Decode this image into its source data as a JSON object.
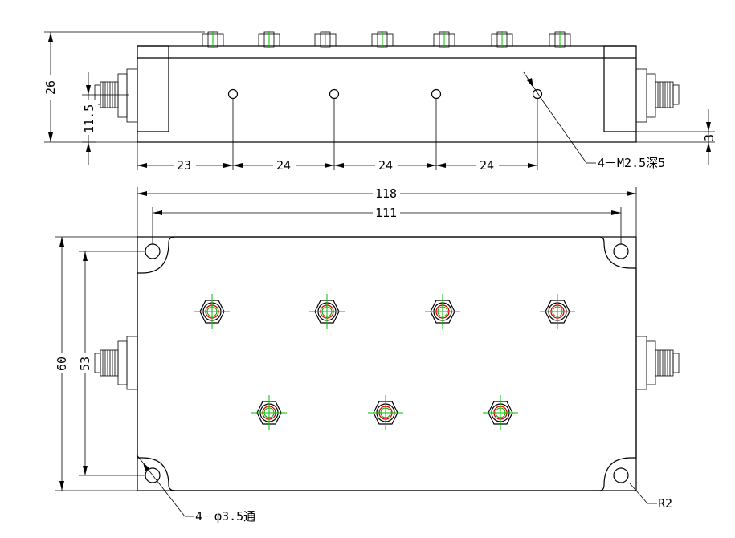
{
  "side_view": {
    "dims": {
      "height_total": "26",
      "connector_height": "11.5",
      "bottom_offset": "3",
      "spacing_first": "23",
      "spacing_1": "24",
      "spacing_2": "24",
      "spacing_3": "24"
    },
    "callout_holes": "4－M2.5深5"
  },
  "top_view": {
    "dims": {
      "overall_length": "118",
      "hole_pitch_x": "111",
      "overall_width": "60",
      "hole_pitch_y": "53"
    },
    "callout_mount": "4－φ3.5通",
    "callout_radius": "R2"
  }
}
